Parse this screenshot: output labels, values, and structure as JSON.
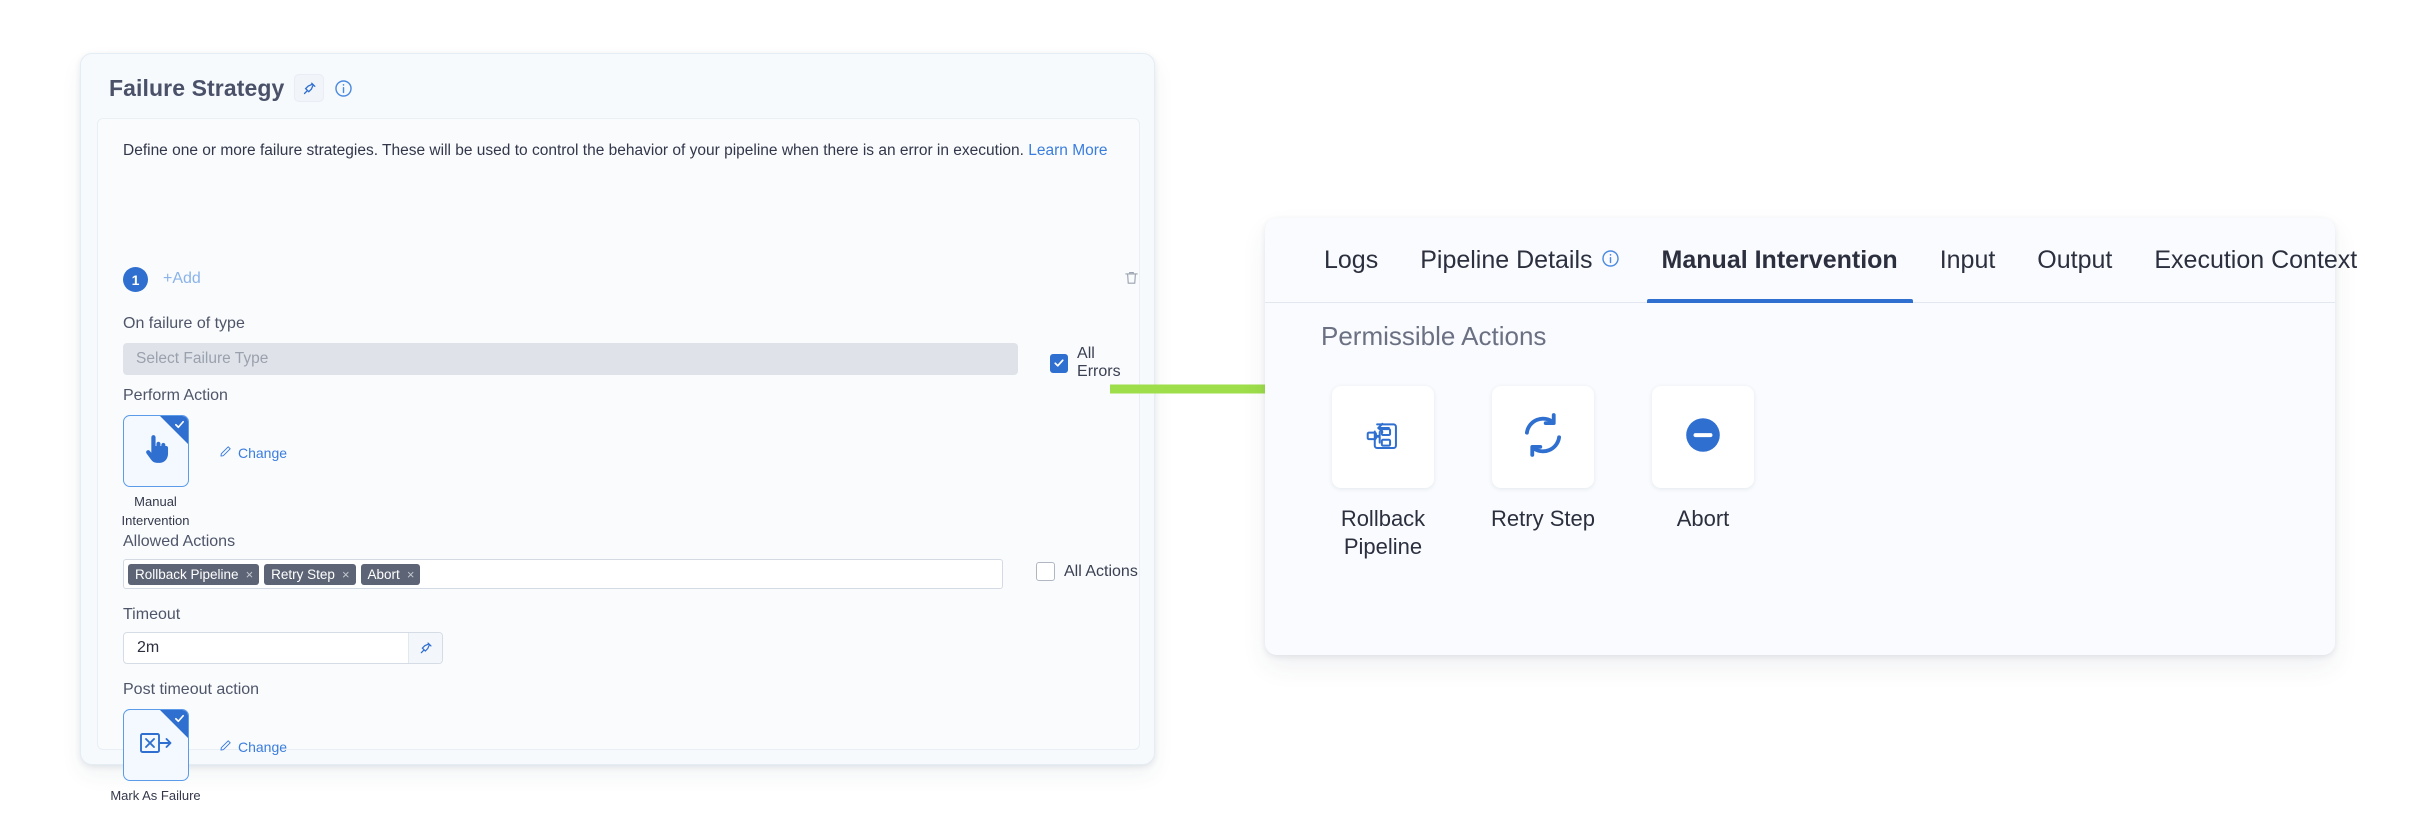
{
  "left_card": {
    "title": "Failure Strategy",
    "icons": {
      "pin": "pin-icon",
      "info": "info-icon",
      "trash": "trash-icon"
    },
    "description": "Define one or more failure strategies. These will be used to control the behavior of your pipeline when there is an error in execution.",
    "learn_more": "Learn More",
    "strategy_index": "1",
    "add_label": "+Add",
    "on_failure": {
      "label": "On failure of type",
      "placeholder": "Select Failure Type",
      "value": "",
      "all_errors_label": "All Errors",
      "all_errors_checked": true
    },
    "perform_action": {
      "label": "Perform Action",
      "selected": "Manual Intervention",
      "icon": "hand-pointer-icon",
      "change_label": "Change",
      "selected_check": true
    },
    "allowed_actions": {
      "label": "Allowed Actions",
      "chips": [
        "Rollback Pipeline",
        "Retry Step",
        "Abort"
      ],
      "remove_glyph": "×",
      "all_actions_label": "All Actions",
      "all_actions_checked": false
    },
    "timeout": {
      "label": "Timeout",
      "value": "2m",
      "pin_icon": "pin-icon"
    },
    "post_timeout_action": {
      "label": "Post timeout action",
      "selected": "Mark As Failure",
      "icon": "mark-as-failure-icon",
      "change_label": "Change",
      "selected_check": true
    }
  },
  "connector": {
    "name": "green-arrow",
    "color": "#9ede4a"
  },
  "right_panel": {
    "tabs": [
      {
        "label": "Logs",
        "active": false,
        "info": false
      },
      {
        "label": "Pipeline Details",
        "active": false,
        "info": true
      },
      {
        "label": "Manual Intervention",
        "active": true,
        "info": false
      },
      {
        "label": "Input",
        "active": false,
        "info": false
      },
      {
        "label": "Output",
        "active": false,
        "info": false
      },
      {
        "label": "Execution Context",
        "active": false,
        "info": false
      }
    ],
    "section_title": "Permissible Actions",
    "actions": [
      {
        "label": "Rollback Pipeline",
        "icon": "rollback-pipeline-icon"
      },
      {
        "label": "Retry Step",
        "icon": "retry-icon"
      },
      {
        "label": "Abort",
        "icon": "abort-icon"
      }
    ]
  },
  "colors": {
    "accent_blue": "#2f6fd0",
    "link_blue": "#3b7ddd",
    "chip_gray": "#5d6475",
    "arrow_green": "#9ede4a"
  }
}
